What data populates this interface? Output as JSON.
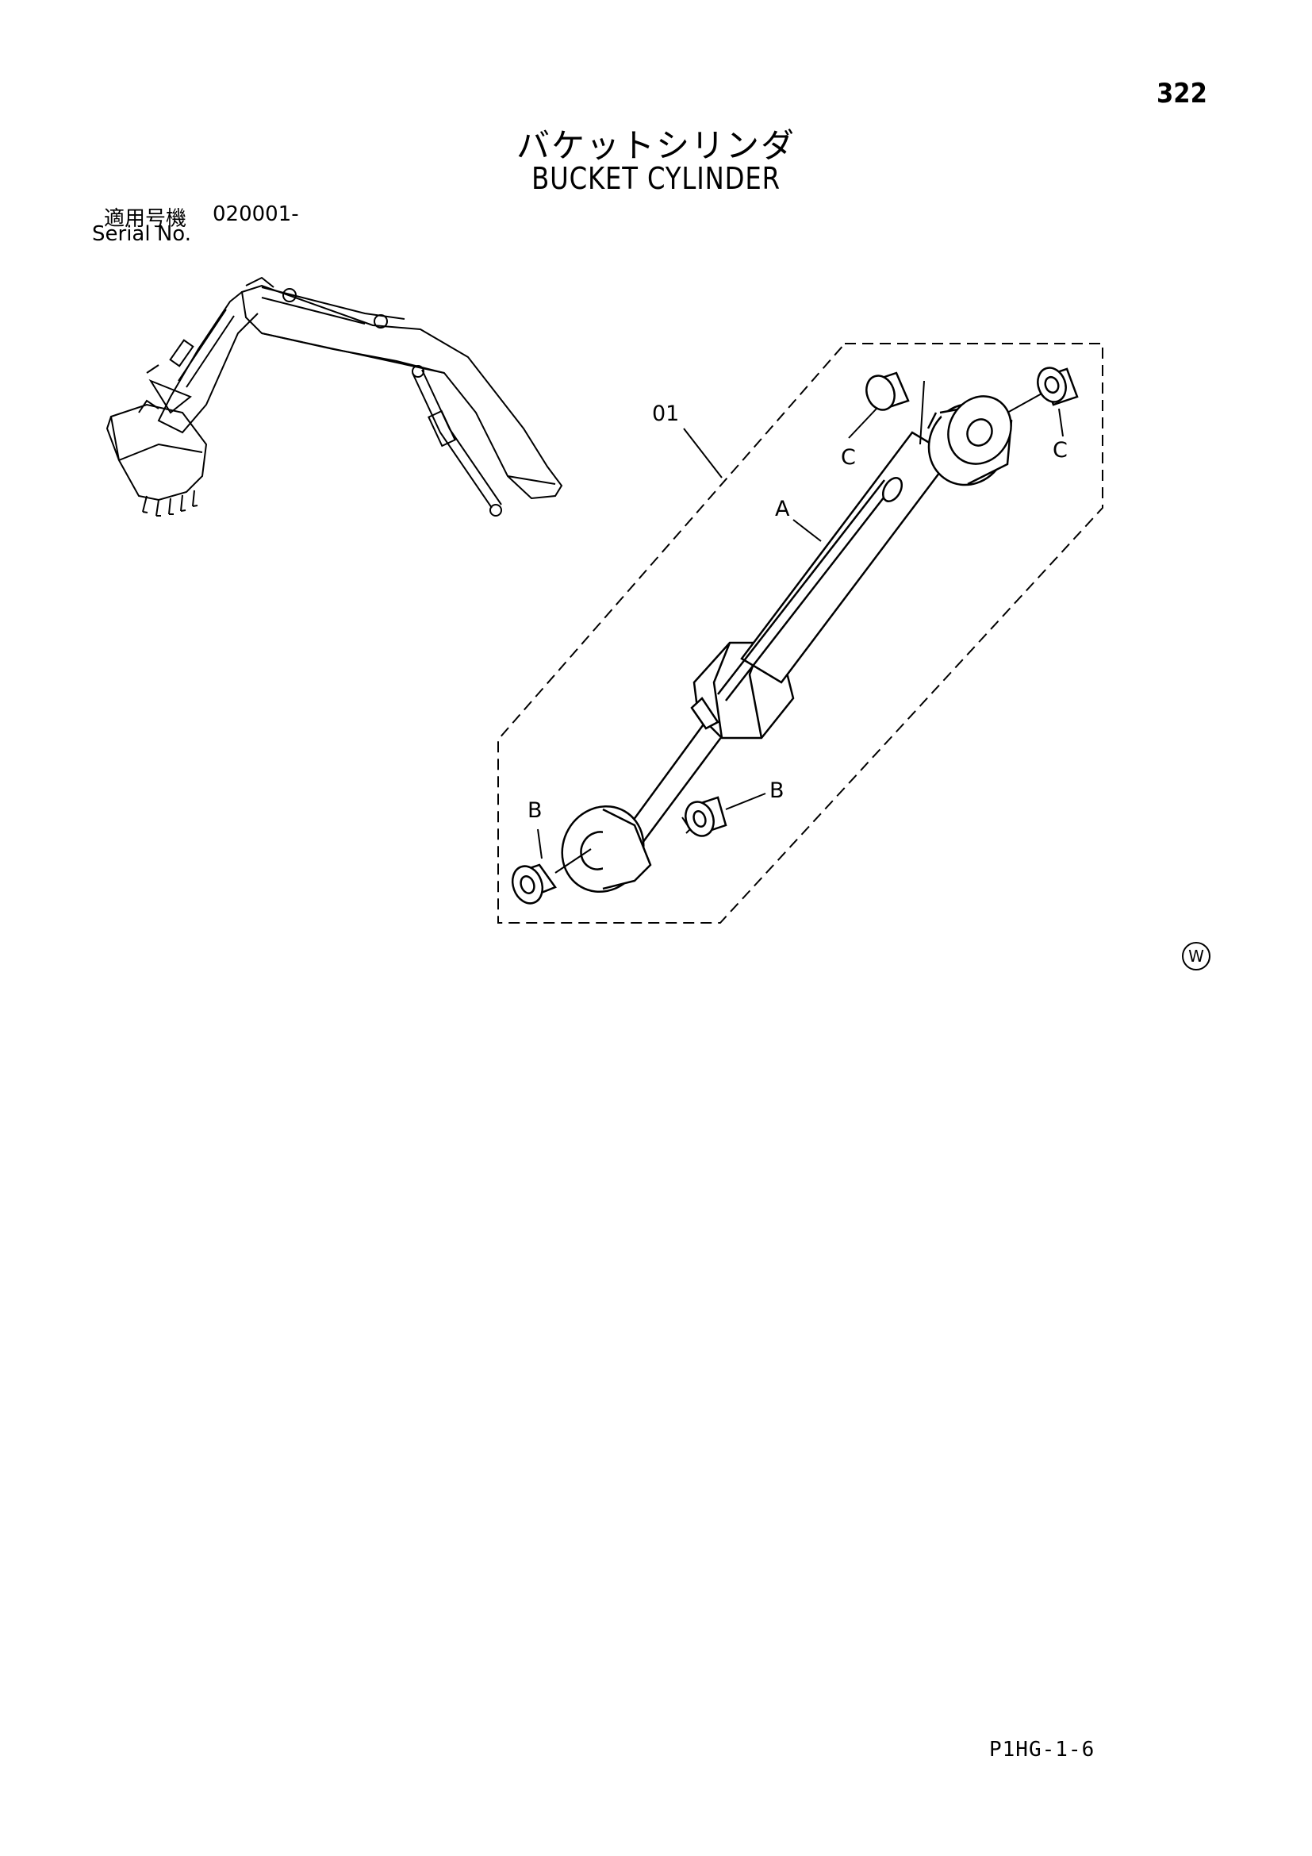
{
  "page_number": "322",
  "title_jp": "バケットシリンダ",
  "title_en": "BUCKET CYLINDER",
  "serial": {
    "label_jp": "適用号機",
    "label_en": "Serial No.",
    "value": "020001-"
  },
  "callouts": {
    "assembly": "01",
    "cylinder": "A",
    "bushing_rod": "B",
    "bushing_head": "C"
  },
  "w_mark": "W",
  "footer_code": "P1HG-1-6"
}
